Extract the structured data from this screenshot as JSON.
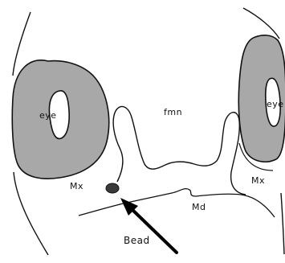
{
  "labels": {
    "eye_left": "eye",
    "eye_right": "eye",
    "fmn": "fmn",
    "mx_left": "Mx",
    "mx_right": "Mx",
    "md": "Md",
    "bead": "Bead"
  },
  "colors": {
    "background": "#ffffff",
    "outline": "#111111",
    "eye_fill": "#a8a8a8",
    "bead_fill": "#3a3a3a"
  }
}
